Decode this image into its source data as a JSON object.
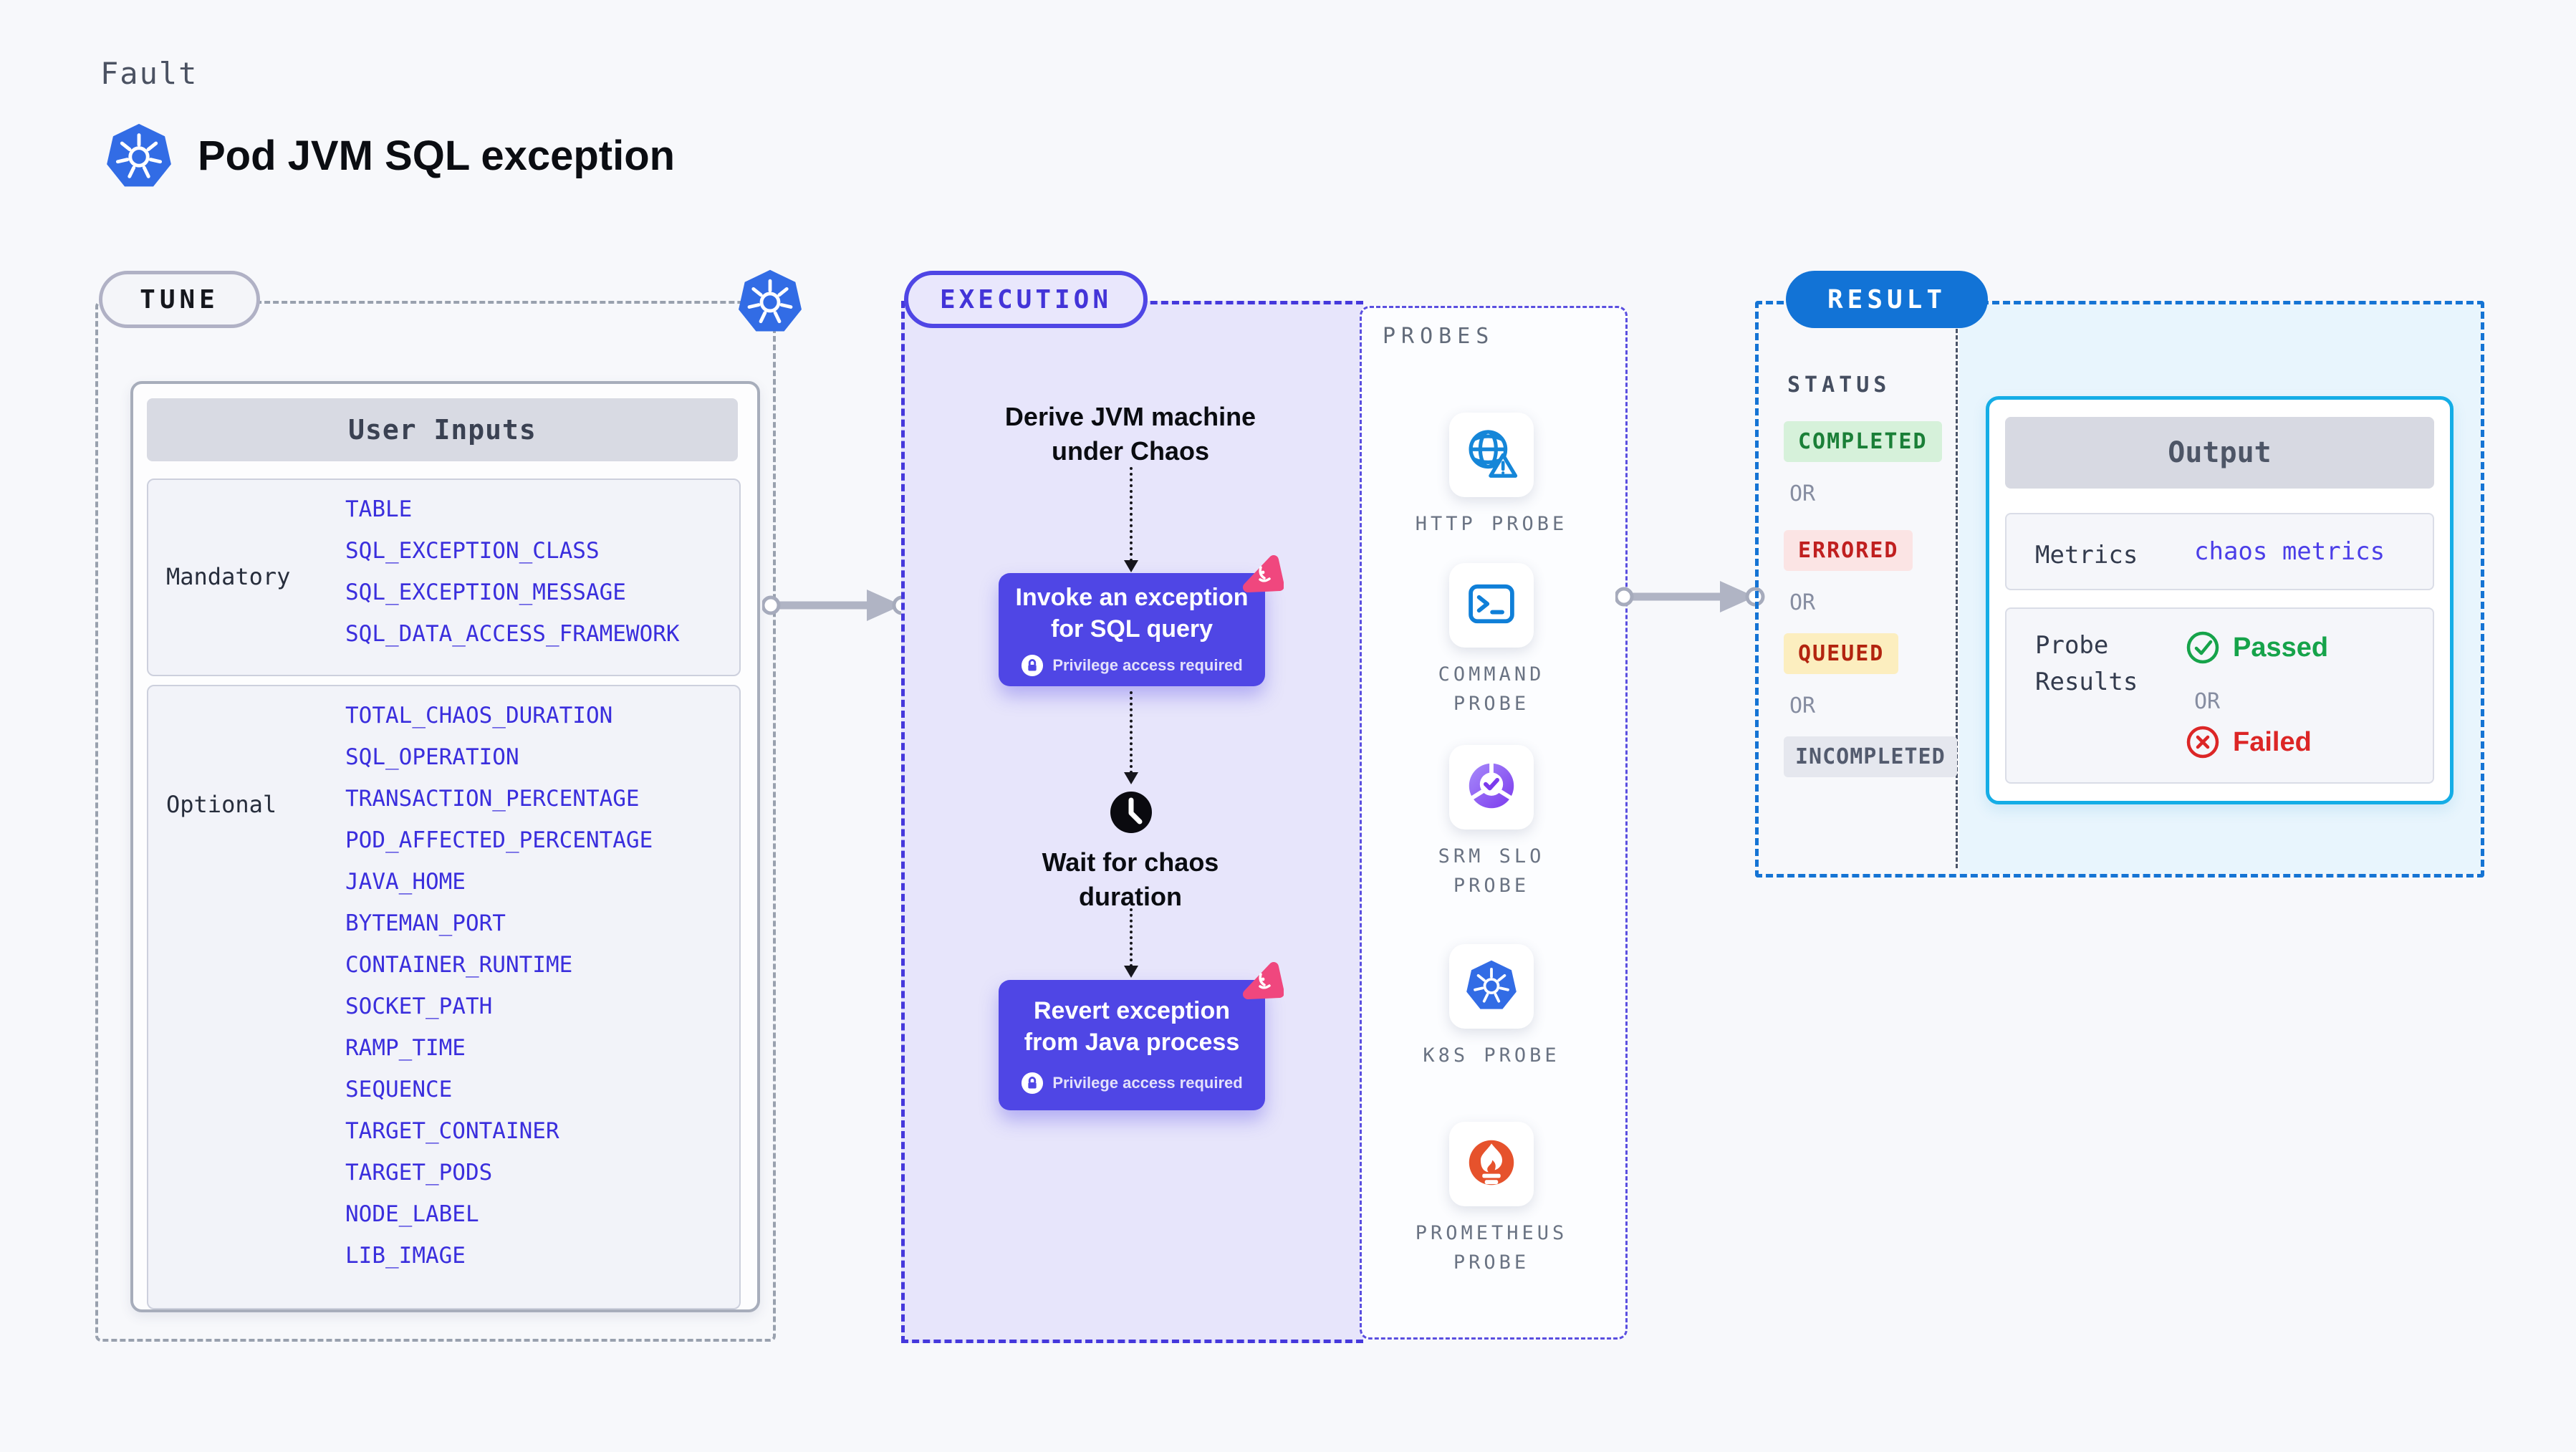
{
  "header": {
    "kicker": "Fault",
    "title": "Pod JVM SQL exception"
  },
  "tune": {
    "badge": "TUNE",
    "user_inputs": {
      "title": "User Inputs",
      "groups": [
        {
          "label": "Mandatory",
          "params": [
            "TABLE",
            "SQL_EXCEPTION_CLASS",
            "SQL_EXCEPTION_MESSAGE",
            "SQL_DATA_ACCESS_FRAMEWORK"
          ]
        },
        {
          "label": "Optional",
          "params": [
            "TOTAL_CHAOS_DURATION",
            "SQL_OPERATION",
            "TRANSACTION_PERCENTAGE",
            "POD_AFFECTED_PERCENTAGE",
            "JAVA_HOME",
            "BYTEMAN_PORT",
            "CONTAINER_RUNTIME",
            "SOCKET_PATH",
            "RAMP_TIME",
            "SEQUENCE",
            "TARGET_CONTAINER",
            "TARGET_PODS",
            "NODE_LABEL",
            "LIB_IMAGE"
          ]
        }
      ]
    }
  },
  "execution": {
    "badge": "EXECUTION",
    "derive_label": "Derive JVM machine under Chaos",
    "invoke": {
      "title": "Invoke an exception for SQL query",
      "note": "Privilege access required"
    },
    "wait_label": "Wait for chaos duration",
    "revert": {
      "title": "Revert exception from Java process",
      "note": "Privilege access required"
    }
  },
  "probes": {
    "title": "PROBES",
    "items": [
      {
        "label": "HTTP PROBE",
        "icon": "http-probe-icon"
      },
      {
        "label": "COMMAND PROBE",
        "icon": "command-probe-icon"
      },
      {
        "label": "SRM SLO PROBE",
        "icon": "srm-slo-probe-icon"
      },
      {
        "label": "K8S PROBE",
        "icon": "k8s-probe-icon"
      },
      {
        "label": "PROMETHEUS PROBE",
        "icon": "prometheus-probe-icon"
      }
    ]
  },
  "result": {
    "badge": "RESULT",
    "status": {
      "title": "STATUS",
      "or": "OR",
      "values": [
        "COMPLETED",
        "ERRORED",
        "QUEUED",
        "INCOMPLETED"
      ]
    },
    "output": {
      "title": "Output",
      "metrics_label": "Metrics",
      "metrics_value": "chaos metrics",
      "probe_results_label": "Probe Results",
      "passed": "Passed",
      "or": "OR",
      "failed": "Failed"
    }
  },
  "colors": {
    "indigo_accent": "#4f46e5",
    "lavender_bg": "#e7e5fb",
    "result_blue": "#1273d6",
    "output_border_cyan": "#14ade6",
    "param_blue": "#3a2edd",
    "passed_green": "#16a34a",
    "failed_red": "#dc2626",
    "k8s_blue": "#326ce5",
    "prometheus_orange": "#e6522c",
    "litmus_pink": "#f0477e"
  }
}
